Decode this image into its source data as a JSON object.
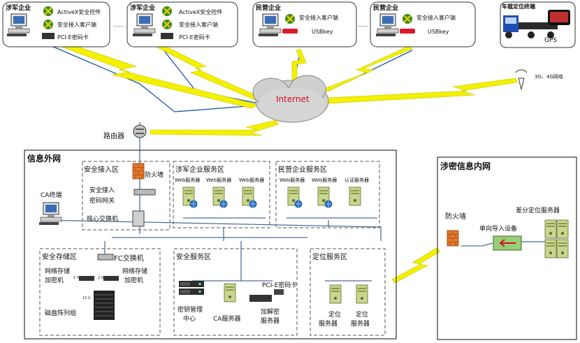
{
  "enterprises": [
    {
      "title": "涉军企业",
      "items": [
        "ActiveX安全控件",
        "安全接入客户端",
        "PCI-E密码卡"
      ]
    },
    {
      "title": "涉军企业",
      "items": [
        "ActiveX安全控件",
        "安全接入客户端",
        "PCI-E密码卡"
      ]
    },
    {
      "title": "民营企业",
      "items": [
        "安全接入客户端",
        "USBkey"
      ]
    },
    {
      "title": "民营企业",
      "items": [
        "安全接入客户端",
        "USBkey"
      ]
    }
  ],
  "ellipsis": "......",
  "vehicle": {
    "title": "车载定位终端",
    "gps": "GPS",
    "network": "3G、4G网络"
  },
  "internet": "Internet",
  "router": "路由器",
  "outer_net": {
    "title": "信息外网",
    "ca_terminal": "CA终端",
    "secure_access": {
      "title": "安全接入区",
      "firewall": "防火墙",
      "gateway": "安全接入\n密码网关",
      "core_switch": "核心交换机"
    },
    "military_zone": {
      "title": "涉军企业服务区",
      "servers": [
        "Web服务器",
        "Web服务器",
        "Web服务器"
      ]
    },
    "private_zone": {
      "title": "民营企业服务区",
      "servers": [
        "Web服务器",
        "Web服务器",
        "认证服务器"
      ]
    },
    "storage_zone": {
      "title": "安全存储区",
      "fc_switch": "FC交换机",
      "enc_left": "网络存储\n加密机",
      "enc_right": "网络存储\n加密机",
      "disk_array": "磁盘阵列组",
      "label_u1": "1 U",
      "label_u2": "2 U",
      "label_u12": "12 U"
    },
    "service_zone": {
      "title": "安全服务区",
      "key_mgmt": "密钥管理\n中心",
      "ca_server": "CA服务器",
      "pcie": "PCI-E密码卡",
      "crypto_server": "加解密\n服务器"
    },
    "location_zone": {
      "title": "定位服务区",
      "servers": [
        "定位\n服务器",
        "定位\n服务器"
      ]
    }
  },
  "inner_net": {
    "title": "涉密信息内网",
    "firewall": "防火墙",
    "one_way": "单向导入设备",
    "diff_server": "差分定位服务器"
  }
}
